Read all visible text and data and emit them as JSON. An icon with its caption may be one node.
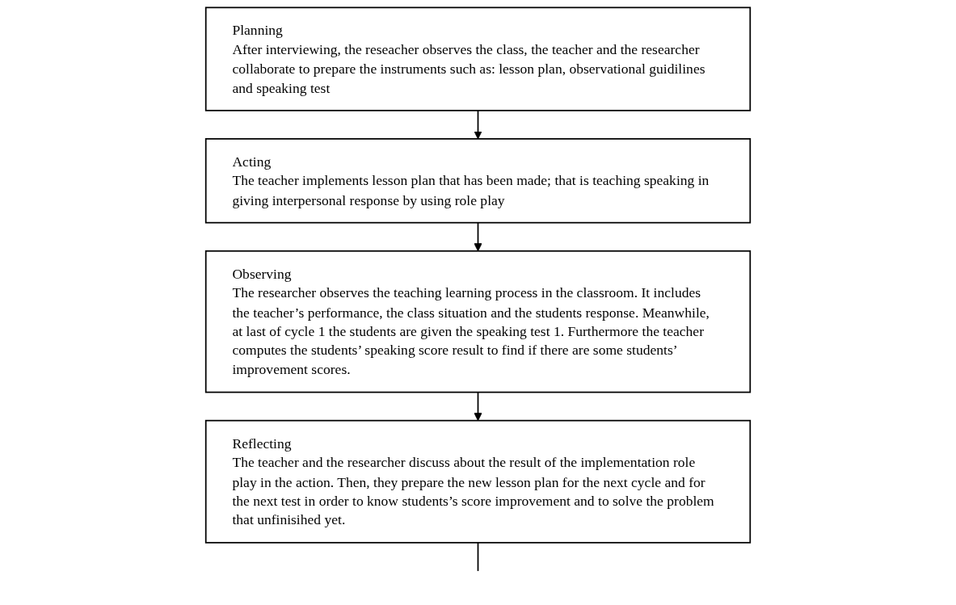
{
  "diagram": {
    "nodes": [
      {
        "text": [
          "Planning",
          "After interviewing, the reseacher observes the class, the teacher and the researcher collaborate to prepare the instruments such as: lesson plan, observational guidilines and speaking test"
        ]
      },
      {
        "text": [
          "Acting",
          "The teacher implements lesson plan that has been made; that is teaching speaking in giving interpersonal response by using role play"
        ]
      },
      {
        "text": [
          "Reflecting",
          "The teacher and the researcher discuss about the result of the implementation role play in the action. Then, they prepare the new lesson plan for the next cycle and for the next test in order to know students’s score improvement and to solve the problem that unfinisihed yet."
        ]
      },
      {
        "text": [
          "Observing",
          "The researcher observes the teaching learning process in the classroom. It includes the teacher’s performance, the class situation and the students response. Meanwhile, at last of cycle 1 the students are given the speaking test 1. Furthermore the teacher computes the students’ speaking score result to find if there are some students’ improvement scores."
        ]
      }
    ],
    "edges": [
      {
        "from": 0,
        "to": 1,
        "arrow": "to"
      },
      {
        "from": 1,
        "to": 3,
        "arrow": "to"
      },
      {
        "from": 3,
        "to": 2,
        "arrow": "to"
      },
      {
        "from": 2,
        "to": null,
        "arrow": "none"
      }
    ]
  }
}
